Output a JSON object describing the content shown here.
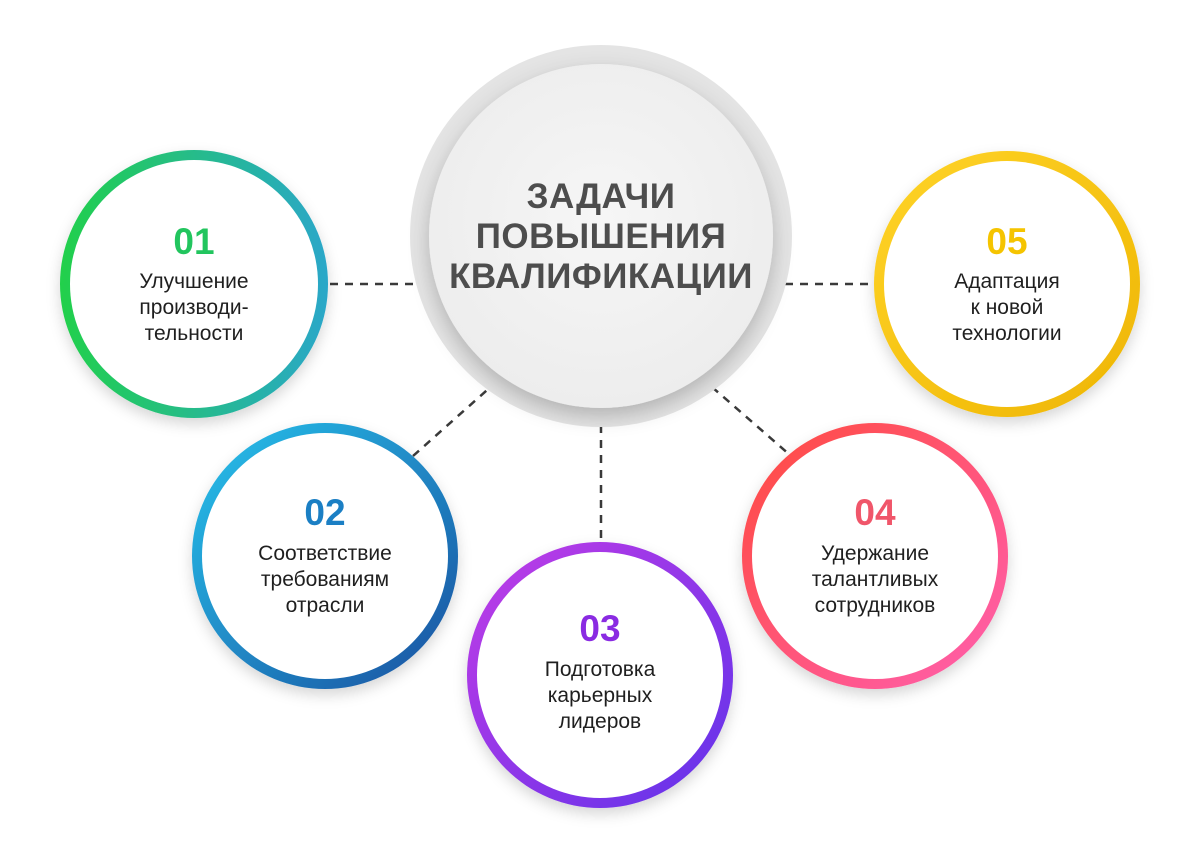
{
  "center": {
    "title_lines": [
      "ЗАДАЧИ",
      "ПОВЫШЕНИЯ",
      "КВАЛИФИКАЦИИ"
    ]
  },
  "items": [
    {
      "id": "01",
      "number": "01",
      "lines": [
        "Улучшение",
        "производи-",
        "тельности"
      ],
      "number_color": "#22c55e",
      "ring_colors": [
        "#22d04b",
        "#2aa7c9"
      ]
    },
    {
      "id": "02",
      "number": "02",
      "lines": [
        "Соответствие",
        "требованиям",
        "отрасли"
      ],
      "number_color": "#1b7fc4",
      "ring_colors": [
        "#27c3ec",
        "#1a55a6"
      ]
    },
    {
      "id": "03",
      "number": "03",
      "lines": [
        "Подготовка",
        "карьерных",
        "лидеров"
      ],
      "number_color": "#8a2be2",
      "ring_colors": [
        "#c23ce6",
        "#6a2fe8"
      ]
    },
    {
      "id": "04",
      "number": "04",
      "lines": [
        "Удержание",
        "талантливых",
        "сотрудников"
      ],
      "number_color": "#f0566a",
      "ring_colors": [
        "#ff4b3e",
        "#ff5aa5"
      ]
    },
    {
      "id": "05",
      "number": "05",
      "lines": [
        "Адаптация",
        "к новой",
        "технологии"
      ],
      "number_color": "#f5c400",
      "ring_colors": [
        "#ffd42a",
        "#f0b800"
      ]
    }
  ]
}
